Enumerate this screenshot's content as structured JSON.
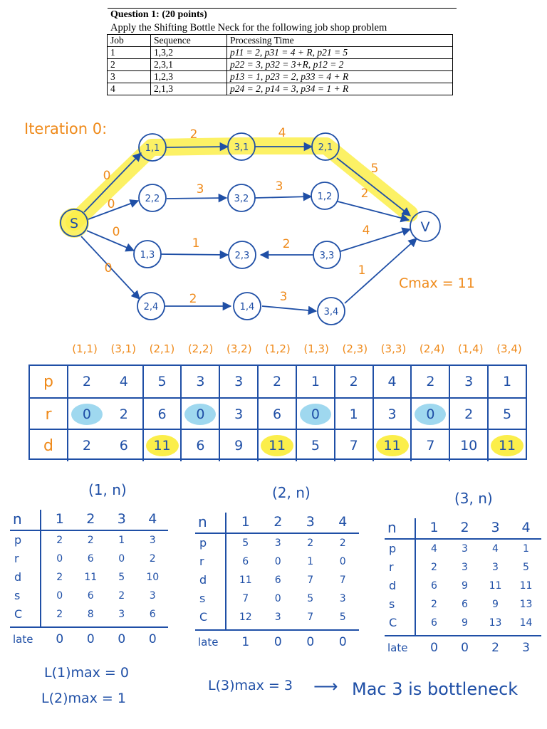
{
  "question": {
    "title": "Question 1: (20 points)",
    "subtitle": "Apply the Shifting Bottle Neck for the following job shop problem",
    "headers": [
      "Job",
      "Sequence",
      "Processing Time"
    ],
    "rows": [
      {
        "job": "1",
        "sequence": "1,3,2",
        "times": "p11 = 2, p31 = 4 + R, p21 = 5"
      },
      {
        "job": "2",
        "sequence": "2,3,1",
        "times": "p22 = 3, p32 = 3+R, p12 = 2"
      },
      {
        "job": "3",
        "sequence": "1,2,3",
        "times": "p13 = 1, p23 = 2, p33 = 4 + R"
      },
      {
        "job": "4",
        "sequence": "2,1,3",
        "times": "p24 = 2, p14 = 3, p34 = 1 + R"
      }
    ]
  },
  "network": {
    "iteration_label": "Iteration 0:",
    "source": "S",
    "sink": "V",
    "nodes": [
      "1,1",
      "3,1",
      "2,1",
      "2,2",
      "3,2",
      "1,2",
      "1,3",
      "2,3",
      "3,3",
      "2,4",
      "1,4",
      "3,4"
    ],
    "edge_weights": {
      "s_11": "0",
      "s_22": "0",
      "s_13": "0",
      "s_24": "0",
      "11_31": "2",
      "31_21": "4",
      "21_v": "5",
      "22_32": "3",
      "32_12": "3",
      "12_v": "2",
      "13_23": "1",
      "23_33": "2",
      "33_v": "4",
      "24_14": "2",
      "14_34": "3",
      "34_v": "1"
    },
    "cmax": "Cmax = 11",
    "highlight_color": "#fbee4a"
  },
  "params": {
    "ops": [
      "(1,1)",
      "(3,1)",
      "(2,1)",
      "(2,2)",
      "(3,2)",
      "(1,2)",
      "(1,3)",
      "(2,3)",
      "(3,3)",
      "(2,4)",
      "(1,4)",
      "(3,4)"
    ],
    "labels": [
      "p",
      "r",
      "d"
    ],
    "p": [
      "2",
      "4",
      "5",
      "3",
      "3",
      "2",
      "1",
      "2",
      "4",
      "2",
      "3",
      "1"
    ],
    "r": [
      "0",
      "2",
      "6",
      "0",
      "3",
      "6",
      "0",
      "1",
      "3",
      "0",
      "2",
      "5"
    ],
    "d": [
      "2",
      "6",
      "11",
      "6",
      "9",
      "11",
      "5",
      "7",
      "11",
      "7",
      "10",
      "11"
    ]
  },
  "machines": [
    {
      "title": "(1, n)",
      "n": [
        "1",
        "2",
        "3",
        "4"
      ],
      "rows": [
        {
          "label": "p",
          "values": [
            "2",
            "2",
            "1",
            "3"
          ]
        },
        {
          "label": "r",
          "values": [
            "0",
            "6",
            "0",
            "2"
          ]
        },
        {
          "label": "d",
          "values": [
            "2",
            "11",
            "5",
            "10"
          ]
        },
        {
          "label": "s",
          "values": [
            "0",
            "6",
            "2",
            "3"
          ]
        },
        {
          "label": "C",
          "values": [
            "2",
            "8",
            "3",
            "6"
          ]
        }
      ],
      "late_label": "late",
      "late": [
        "0",
        "0",
        "0",
        "0"
      ]
    },
    {
      "title": "(2, n)",
      "n": [
        "1",
        "2",
        "3",
        "4"
      ],
      "rows": [
        {
          "label": "p",
          "values": [
            "5",
            "3",
            "2",
            "2"
          ]
        },
        {
          "label": "r",
          "values": [
            "6",
            "0",
            "1",
            "0"
          ]
        },
        {
          "label": "d",
          "values": [
            "11",
            "6",
            "7",
            "7"
          ]
        },
        {
          "label": "s",
          "values": [
            "7",
            "0",
            "5",
            "3"
          ]
        },
        {
          "label": "C",
          "values": [
            "12",
            "3",
            "7",
            "5"
          ]
        }
      ],
      "late_label": "late",
      "late": [
        "1",
        "0",
        "0",
        "0"
      ]
    },
    {
      "title": "(3, n)",
      "n": [
        "1",
        "2",
        "3",
        "4"
      ],
      "rows": [
        {
          "label": "p",
          "values": [
            "4",
            "3",
            "4",
            "1"
          ]
        },
        {
          "label": "r",
          "values": [
            "2",
            "3",
            "3",
            "5"
          ]
        },
        {
          "label": "d",
          "values": [
            "6",
            "9",
            "11",
            "11"
          ]
        },
        {
          "label": "s",
          "values": [
            "2",
            "6",
            "9",
            "13"
          ]
        },
        {
          "label": "C",
          "values": [
            "6",
            "9",
            "13",
            "14"
          ]
        }
      ],
      "late_label": "late",
      "late": [
        "0",
        "0",
        "2",
        "3"
      ]
    }
  ],
  "notes": {
    "l1max": "L(1)max = 0",
    "l2max": "L(2)max = 1",
    "l3max": "L(3)max = 3",
    "arrow": "⟶",
    "conclusion": "Mac 3 is bottleneck"
  }
}
